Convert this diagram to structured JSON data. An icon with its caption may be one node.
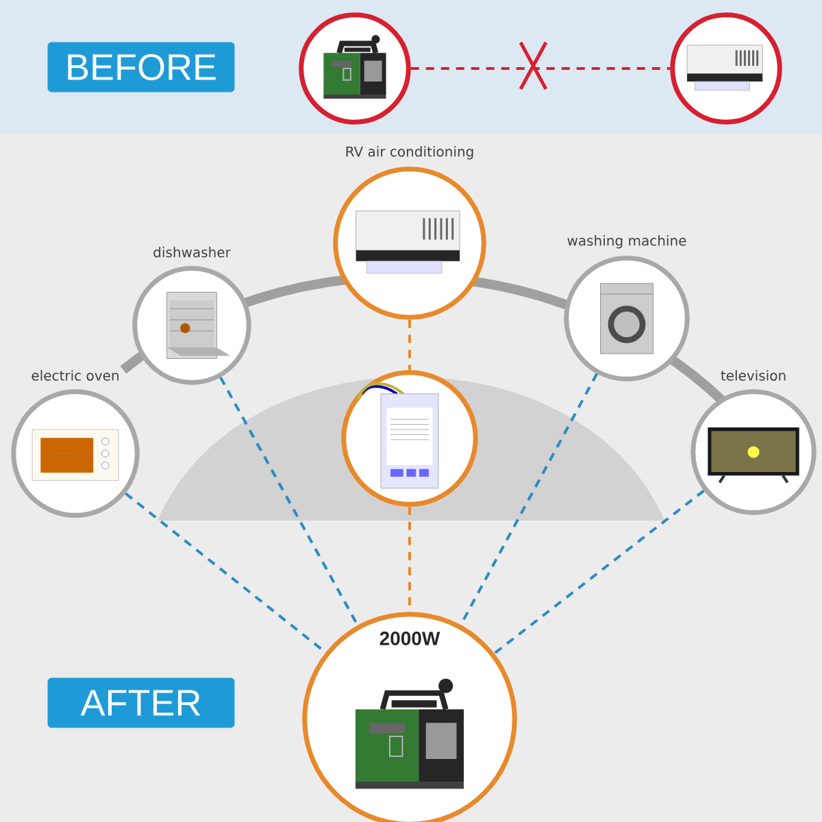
{
  "diagram": {
    "nodes": [
      {
        "text": [
          "BEFORE"
        ]
      },
      {
        "text": [],
        "shape": "picture"
      },
      {
        "text": [],
        "shape": "picture"
      },
      {
        "text": [
          "RV air conditioning"
        ]
      },
      {
        "text": [
          "dishwasher"
        ]
      },
      {
        "text": [
          "washing machine"
        ]
      },
      {
        "text": [
          "electric oven"
        ]
      },
      {
        "text": [
          "television"
        ]
      },
      {
        "text": [],
        "shape": "picture"
      },
      {
        "text": [
          "2000W"
        ]
      },
      {
        "text": [
          "AFTER"
        ]
      }
    ],
    "edges": [
      {
        "from": 1,
        "to": 2,
        "arrow": "none",
        "style": "dashed",
        "color": "#d62030"
      },
      {
        "from": 3,
        "to": 8,
        "arrow": "none",
        "style": "dashed",
        "color": "#e8892b"
      },
      {
        "from": 8,
        "to": 9,
        "arrow": "none",
        "style": "dashed",
        "color": "#e8892b"
      },
      {
        "from": 4,
        "to": 9,
        "arrow": "none",
        "style": "dashed"
      },
      {
        "from": 6,
        "to": 9,
        "arrow": "none",
        "style": "dashed"
      },
      {
        "from": 5,
        "to": 9,
        "arrow": "none",
        "style": "dashed"
      },
      {
        "from": 7,
        "to": 9,
        "arrow": "none",
        "style": "dashed"
      }
    ]
  }
}
